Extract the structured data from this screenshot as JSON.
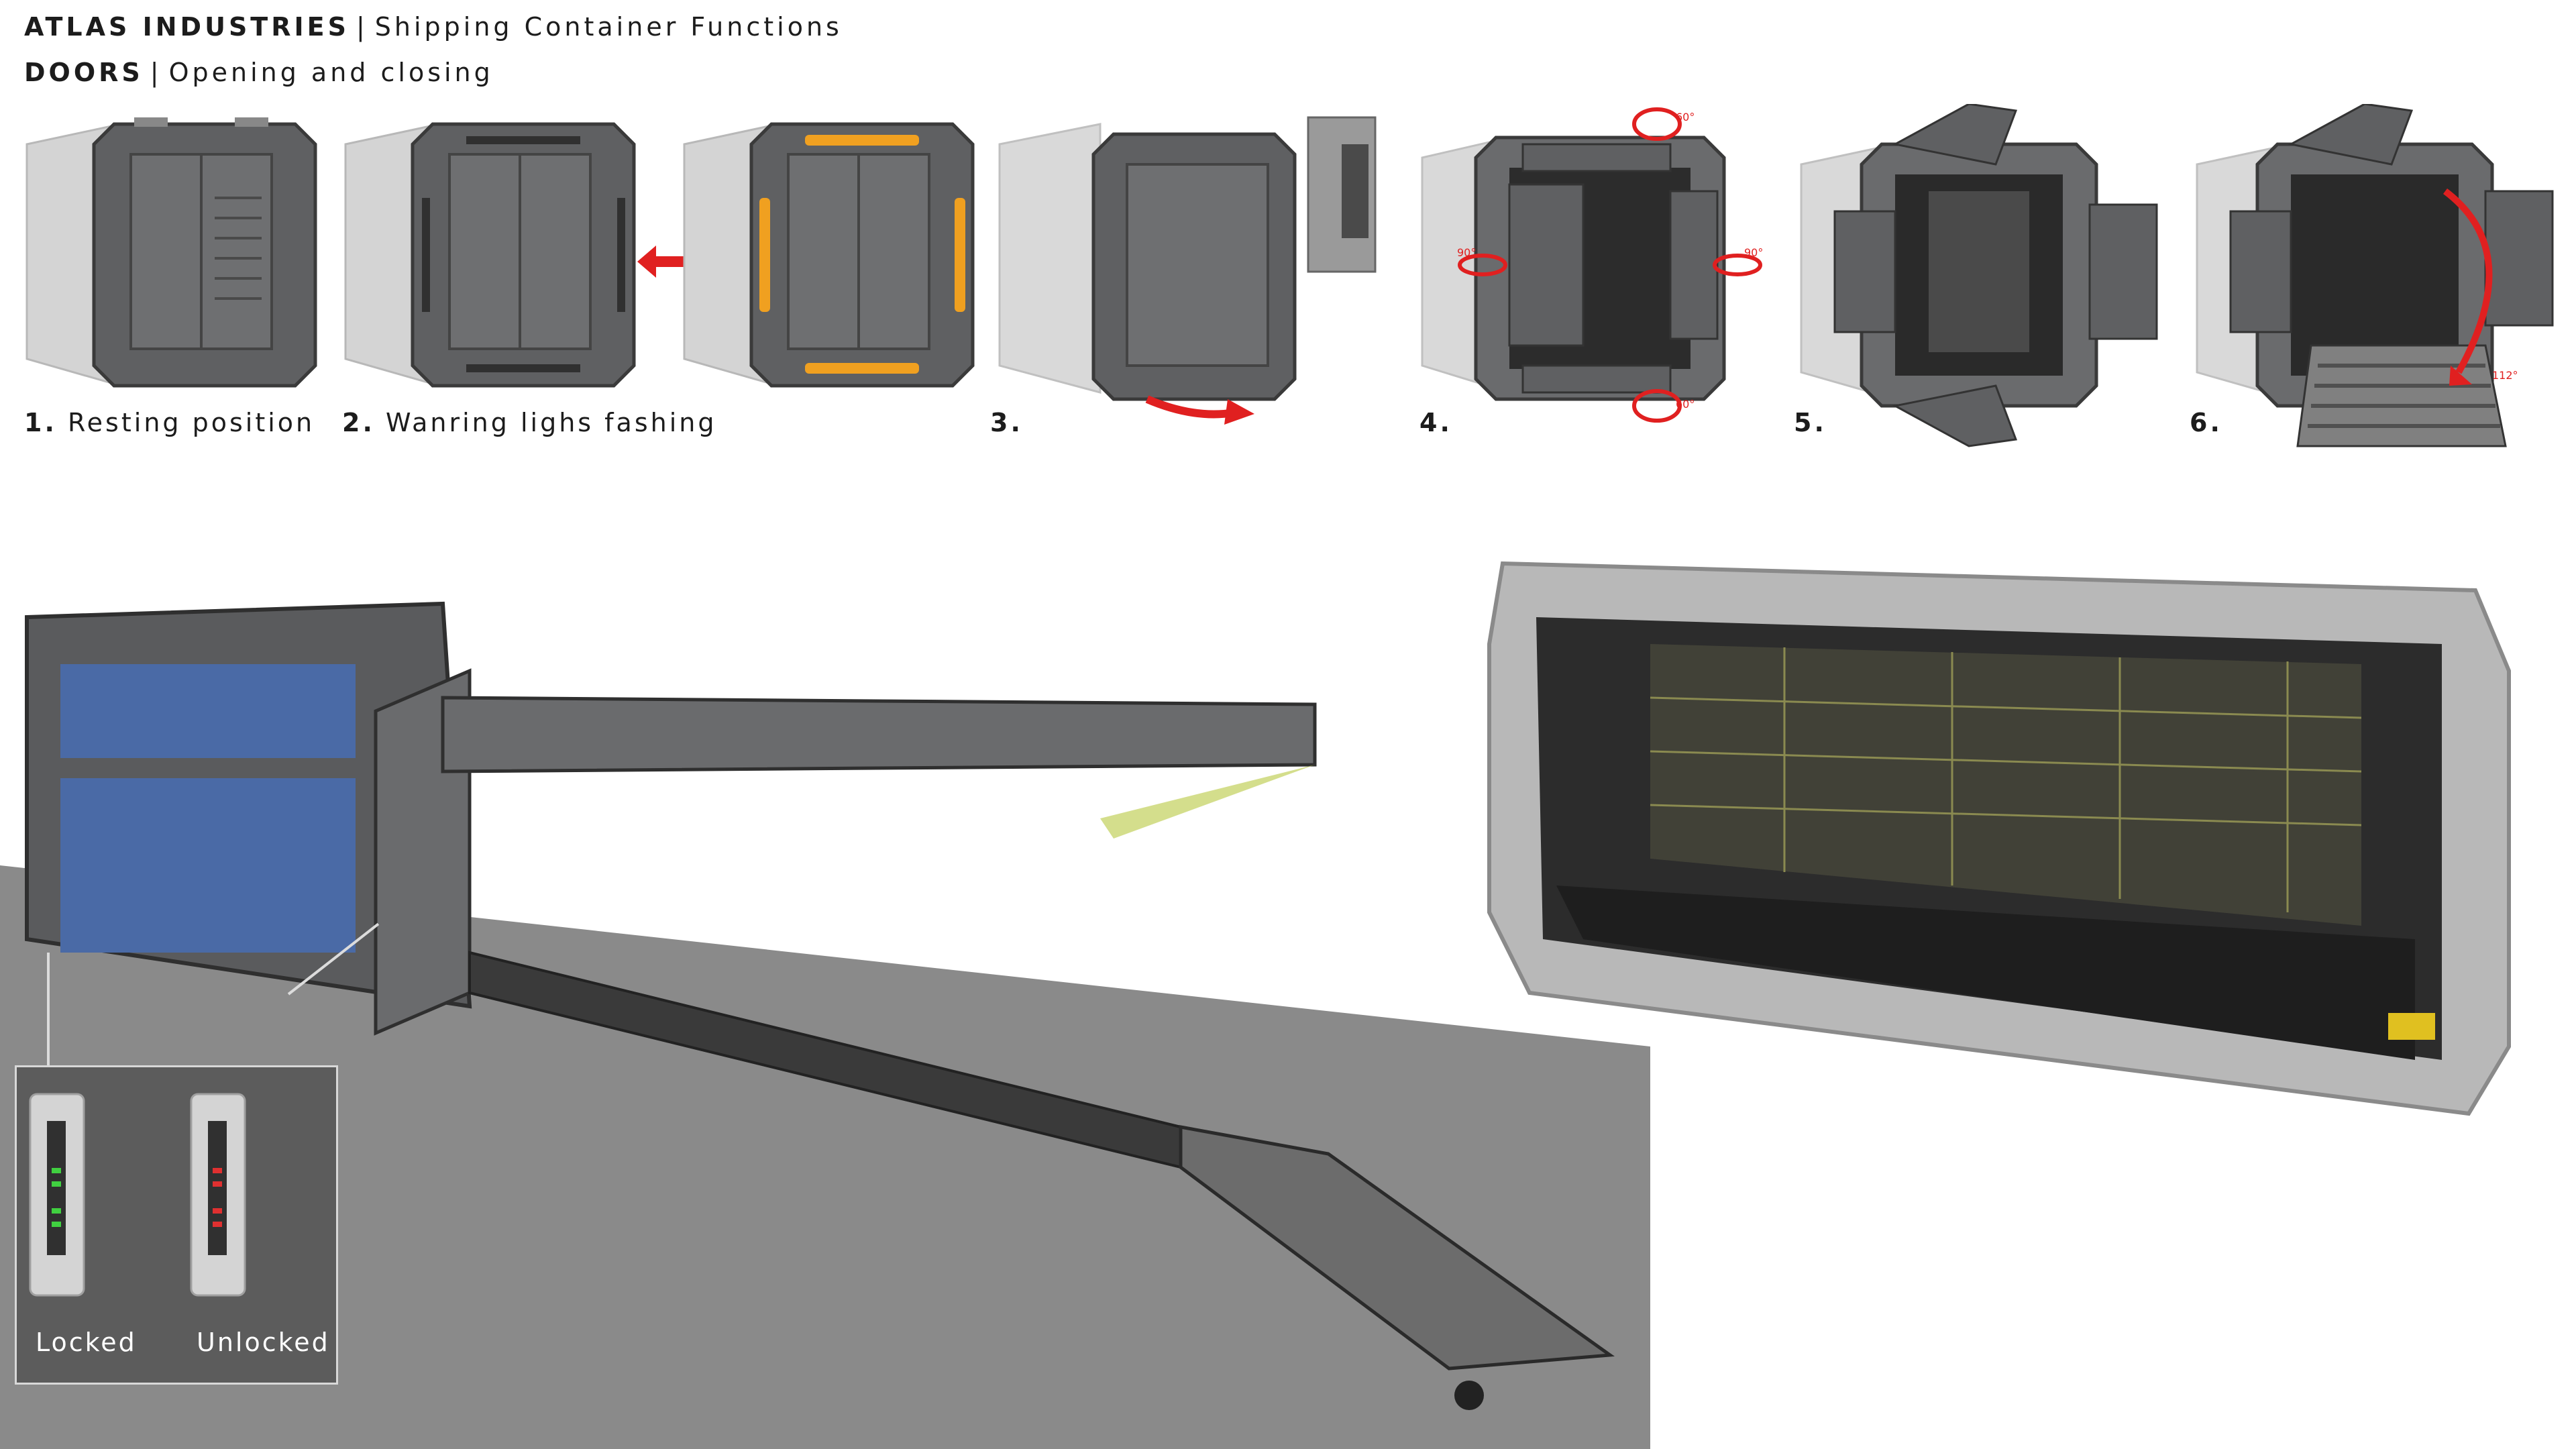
{
  "header": {
    "company": "ATLAS INDUSTRIES",
    "separator": "|",
    "subtitle": "Shipping Container Functions",
    "section": "DOORS",
    "section_subtitle": "Opening and closing"
  },
  "steps": [
    {
      "number": "1.",
      "label": "Resting position"
    },
    {
      "number": "2.",
      "label": "Wanring lighs fashing"
    },
    {
      "number": "3.",
      "label": ""
    },
    {
      "number": "4.",
      "label": ""
    },
    {
      "number": "5.",
      "label": ""
    },
    {
      "number": "6.",
      "label": ""
    }
  ],
  "annotations": {
    "top_angle": "60°",
    "bottom_angle": "60°",
    "left_angle": "90°",
    "right_angle": "90°",
    "ramp_angle": "112°"
  },
  "lock_states": {
    "locked": "Locked",
    "unlocked": "Unlocked"
  },
  "colors": {
    "shell": "#5f6062",
    "shell_light": "#c9c9c9",
    "panel_blue": "#4a6aa6",
    "warning_light": "#f0a020",
    "arrow_red": "#e02020",
    "ground": "#8a8a8a",
    "lock_green": "#40d040",
    "lock_red": "#e03030"
  }
}
